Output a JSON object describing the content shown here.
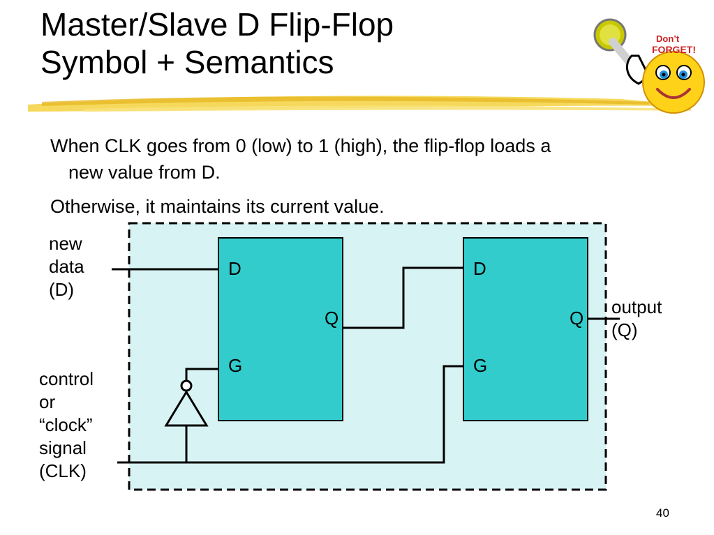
{
  "slide": {
    "title_line1": "Master/Slave D Flip-Flop",
    "title_line2": "Symbol + Semantics",
    "bullet1_line1": "When CLK goes from 0 (low) to 1 (high), the flip-flop loads a",
    "bullet1_line2": "new value from D.",
    "bullet2": "Otherwise, it maintains its current value.",
    "page_number": "40"
  },
  "badge": {
    "line1": "Don’t",
    "line2": "FORGET!"
  },
  "diagram": {
    "input_label": [
      "new",
      "data",
      "(D)"
    ],
    "clock_label": [
      "control",
      "or",
      "“clock”",
      "signal",
      "(CLK)"
    ],
    "output_label": [
      "output",
      "(Q)"
    ],
    "master": {
      "d": "D",
      "q": "Q",
      "g": "G"
    },
    "slave": {
      "d": "D",
      "q": "Q",
      "g": "G"
    },
    "colors": {
      "enclosure_fill": "#d8f3f3",
      "latch_fill": "#33cccc",
      "swoosh": "#f5d54a"
    }
  }
}
